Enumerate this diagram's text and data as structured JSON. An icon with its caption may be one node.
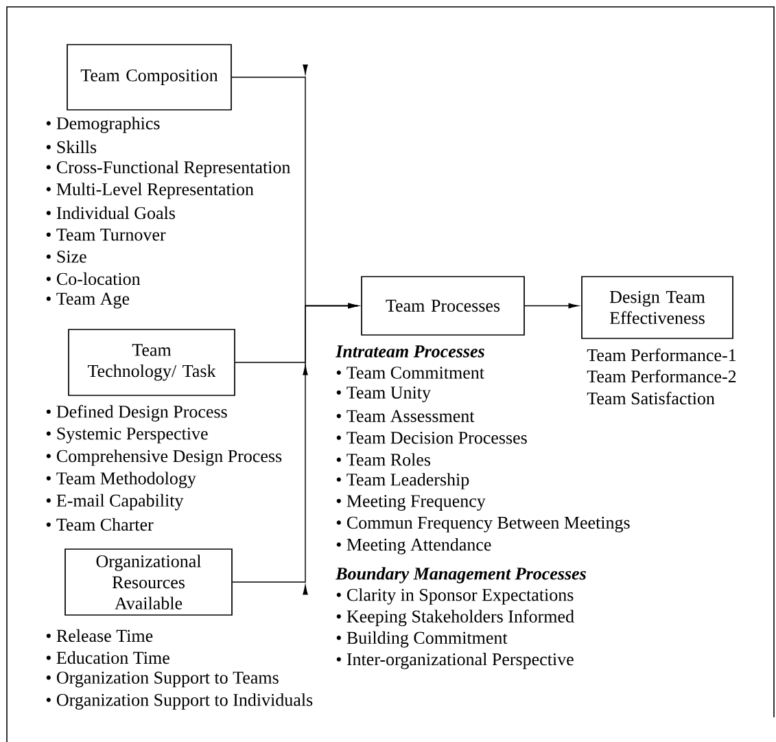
{
  "diagram": {
    "nodes": [
      {
        "text": [
          "Team Composition"
        ],
        "beside": [
          "• Demographics",
          "• Skills",
          "• Cross-Functional Representation",
          "• Multi-Level Representation",
          "• Individual Goals",
          "• Team Turnover",
          "• Size",
          "• Co-location",
          "• Team Age"
        ]
      },
      {
        "text": [
          "Team Technology/ Task"
        ],
        "beside": [
          "• Defined Design Process",
          "• Systemic Perspective",
          "• Comprehensive Design Process",
          "• Team Methodology",
          "• E-mail Capability",
          "• Team Charter"
        ]
      },
      {
        "text": [
          "Organizational Resources Available"
        ],
        "beside": [
          "• Release Time",
          "• Education Time",
          "• Organization Support to Teams",
          "• Organization Support to Individuals"
        ]
      },
      {
        "text": [
          "Team Processes"
        ],
        "beside": [
          "Intrateam Processes",
          "• Team Commitment",
          "• Team Unity",
          "• Team Assessment",
          "• Team Decision Processes",
          "• Team Roles",
          "• Team Leadership",
          "• Meeting Frequency",
          "• Commun Frequency Between Meetings",
          "• Meeting Attendance",
          "Boundary Management Processes",
          "• Clarity in Sponsor Expectations",
          "• Keeping Stakeholders Informed",
          "• Building Commitment",
          "• Inter-organizational Perspective"
        ]
      },
      {
        "text": [
          "Design Team Effectiveness"
        ],
        "beside": [
          "Team Performance-1",
          "Team Performance-2",
          "Team Satisfaction"
        ]
      }
    ],
    "edges": [
      {
        "from": 0,
        "to": 3,
        "arrow": "to"
      },
      {
        "from": 1,
        "to": 3,
        "arrow": "to"
      },
      {
        "from": 2,
        "to": 3,
        "arrow": "to"
      },
      {
        "from": 3,
        "to": 4,
        "arrow": "to"
      }
    ]
  }
}
